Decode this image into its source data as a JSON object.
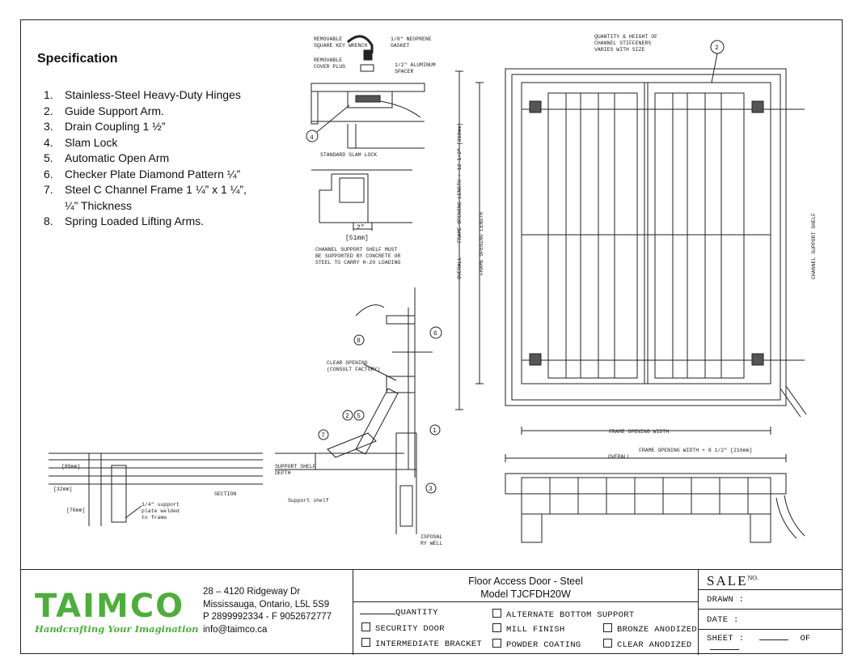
{
  "specification": {
    "title": "Specification",
    "items": [
      {
        "num": "1.",
        "text": "Stainless-Steel Heavy-Duty Hinges"
      },
      {
        "num": "2.",
        "text": "Guide Support Arm."
      },
      {
        "num": "3.",
        "text": "Drain Coupling 1 ½”"
      },
      {
        "num": "4.",
        "text": "Slam Lock"
      },
      {
        "num": "5.",
        "text": "Automatic Open Arm"
      },
      {
        "num": "6.",
        "text": "Checker Plate Diamond Pattern ¼”"
      },
      {
        "num": "7.",
        "text": "Steel C Channel Frame 1 ¼” x 1 ¼”,"
      },
      {
        "num": "",
        "text": "¼” Thickness"
      },
      {
        "num": "8.",
        "text": "Spring Loaded Lifting Arms."
      }
    ]
  },
  "drawing": {
    "removable_key": "REMOVABLE\nSQUARE KEY WRENCH",
    "neoprene": "1/8\" NEOPRENE\nGASKET",
    "cover_plug": "REMOVABLE\nCOVER PLUG",
    "aluminum_spacer": "1/2\" ALUMINUM\nSPACER",
    "slam_lock": "STANDARD SLAM LOCK",
    "shelf_note": "CHANNEL SUPPORT SHELF MUST\nBE SUPPORTED BY CONCRETE OR\nSTEEL TO CARRY H-20 LOADING",
    "dim_2in": "2\"",
    "dim_51mm": "[51mm]",
    "clear_opening": "CLEAR OPENING\n(CONSULT FACTORY)",
    "support_shelf_depth": "SUPPORT SHELF\nDEPTH",
    "support_shelf": "Support shelf",
    "disposal": "ISPOSAL\nRY WELL",
    "plate_note": "1/4\" support\nplate welded\nto frame",
    "section": "SECTION",
    "dim_89mm": "[89mm]",
    "dim_32mm": "[32mm]",
    "dim_76mm": "[76mm]",
    "stiffeners": "QUANTITY & HEIGHT OF\nCHANNEL STIFFENERS\nVARIES WITH SIZE",
    "overall_length": "OVERALL",
    "frame_length_plus": "FRAME OPENING LENGTH + 12 1/2\" [318mm]",
    "frame_length": "FRAME OPENING LENGTH",
    "channel_shelf": "CHANNEL SUPPORT SHELF",
    "frame_width": "FRAME OPENING WIDTH",
    "overall_width": "OVERALL",
    "frame_width_plus": "FRAME OPENING WIDTH + 8 1/2\" [216mm]",
    "callouts": [
      "2",
      "4",
      "8",
      "6",
      "2",
      "5",
      "7",
      "1",
      "3"
    ]
  },
  "titleblock": {
    "logo": "TAIMCO",
    "tagline": "Handcrafting Your Imagination",
    "address": [
      "28 – 4120 Ridgeway Dr",
      "Mississauga, Ontario, L5L 5S9",
      "P 2899992334 - F 9052672777",
      "info@taimco.ca"
    ],
    "title": "Floor Access Door - Steel",
    "model": "Model TJCFDH20W",
    "quantity": "QUANTITY",
    "options": {
      "security_door": "SECURITY DOOR",
      "intermediate_bracket": "INTERMEDIATE BRACKET",
      "alternate_support": "ALTERNATE BOTTOM SUPPORT",
      "mill_finish": "MILL FINISH",
      "powder_coating": "POWDER COATING",
      "bronze_anodized": "BRONZE ANODIZED",
      "clear_anodized": "CLEAR ANODIZED"
    },
    "sale": "SALE",
    "no": "NO.",
    "drawn": "DRAWN :",
    "date": "DATE :",
    "sheet": "SHEET :",
    "of": "OF",
    "colors": {
      "logo_green": "#4caf3a",
      "logo_blue": "#1f4e9a"
    }
  }
}
